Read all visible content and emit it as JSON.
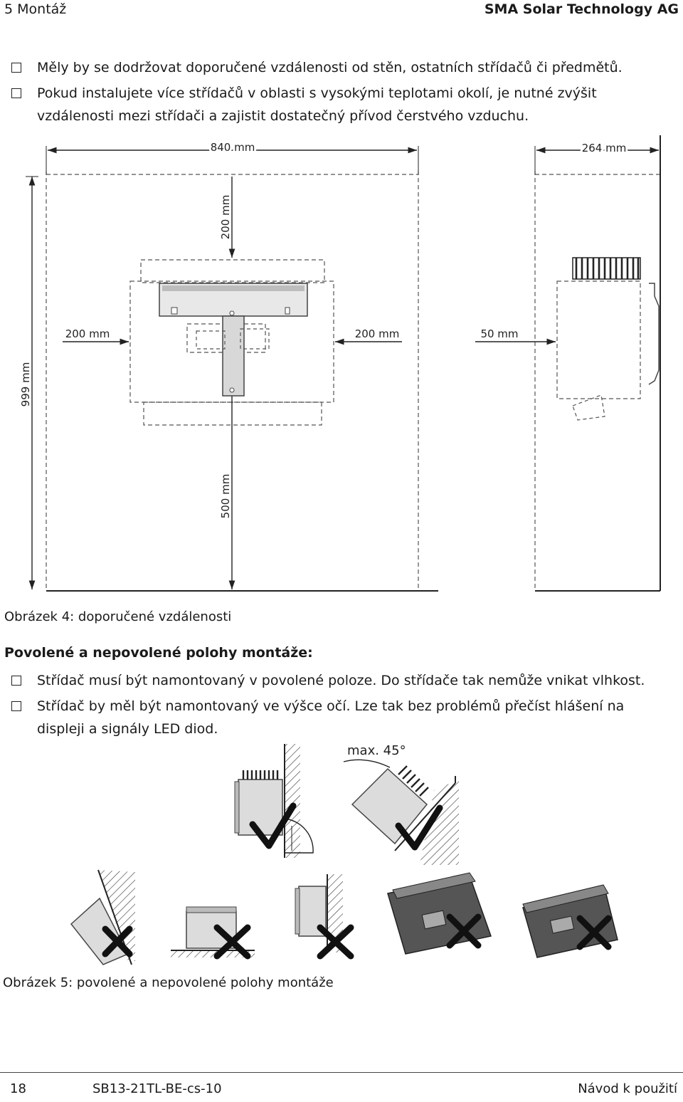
{
  "header": {
    "section": "5 Montáž",
    "company": "SMA Solar Technology AG"
  },
  "bullets_top": [
    "Měly by se dodržovat doporučené vzdálenosti od stěn, ostatních střídačů či předmětů.",
    "Pokud instalujete více střídačů v oblasti s vysokými teplotami okolí, je nutné zvýšit vzdálenosti mezi střídači a zajistit dostatečný přívod čerstvého vzduchu."
  ],
  "figure4": {
    "dims": {
      "width_total": "840 mm",
      "depth": "264 mm",
      "top": "200 mm",
      "left": "200 mm",
      "right": "200 mm",
      "side": "50 mm",
      "height_total": "999 mm",
      "bottom": "500 mm"
    },
    "caption": "Obrázek 4: doporučené vzdálenosti"
  },
  "section_title": "Povolené a nepovolené polohy montáže:",
  "bullets_mid": [
    "Střídač musí být namontovaný v povolené poloze. Do střídače tak nemůže vnikat vlhkost.",
    "Střídač by měl být namontovaný ve výšce očí. Lze tak bez problémů přečíst hlášení na displeji a signály LED diod."
  ],
  "figure5": {
    "angle_label": "max. 45°",
    "caption": "Obrázek 5: povolené a nepovolené polohy montáže"
  },
  "footer": {
    "page": "18",
    "doc_code": "SB13-21TL-BE-cs-10",
    "doc_type": "Návod k použití"
  }
}
